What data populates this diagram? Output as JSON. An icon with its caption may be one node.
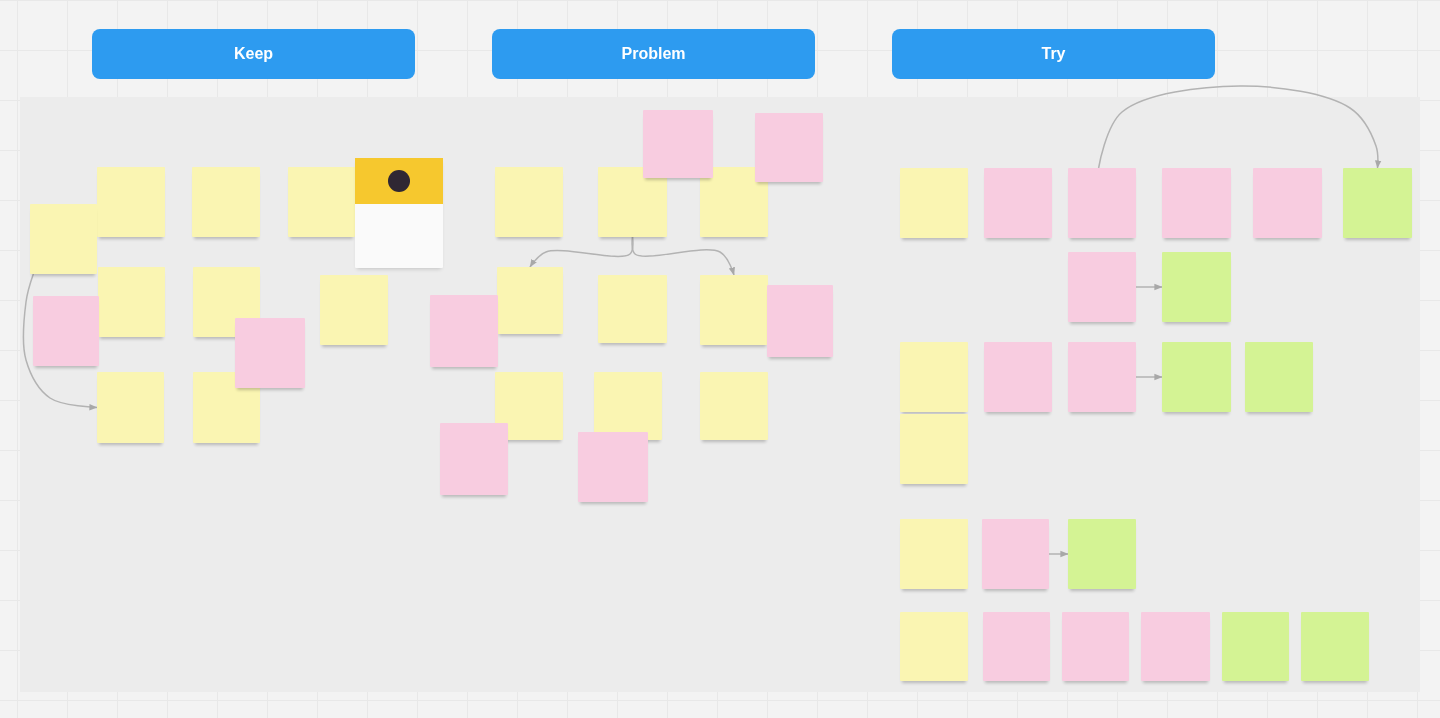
{
  "diagram": {
    "nodes": [
      {
        "text": [
          "Keep"
        ]
      },
      {
        "text": [
          "Problem"
        ]
      },
      {
        "text": [
          "Try"
        ]
      },
      {
        "text": [],
        "shape": "box"
      },
      {
        "text": [],
        "shape": "box"
      },
      {
        "text": [],
        "shape": "box"
      },
      {
        "text": [],
        "shape": "box"
      },
      {
        "text": [],
        "shape": "box"
      },
      {
        "text": [],
        "shape": "box"
      },
      {
        "text": [],
        "shape": "box"
      },
      {
        "text": [],
        "shape": "box"
      },
      {
        "text": [],
        "shape": "box"
      },
      {
        "text": [],
        "shape": "box"
      },
      {
        "text": [],
        "shape": "box"
      },
      {
        "text": [],
        "shape": "box"
      },
      {
        "text": [],
        "shape": "box"
      },
      {
        "text": [],
        "shape": "box"
      },
      {
        "text": [],
        "shape": "box"
      },
      {
        "text": [],
        "shape": "box"
      },
      {
        "text": [],
        "shape": "box"
      },
      {
        "text": [],
        "shape": "box"
      },
      {
        "text": [],
        "shape": "box"
      },
      {
        "text": [],
        "shape": "box"
      },
      {
        "text": [],
        "shape": "box"
      },
      {
        "text": [],
        "shape": "box"
      },
      {
        "text": [],
        "shape": "box"
      },
      {
        "text": [],
        "shape": "box"
      },
      {
        "text": [],
        "shape": "box"
      },
      {
        "text": [],
        "shape": "box"
      },
      {
        "text": [],
        "shape": "box"
      },
      {
        "text": [],
        "shape": "box"
      },
      {
        "text": [],
        "shape": "box"
      },
      {
        "text": [],
        "shape": "box"
      },
      {
        "text": [],
        "shape": "box"
      },
      {
        "text": [],
        "shape": "box"
      },
      {
        "text": [],
        "shape": "box"
      },
      {
        "text": [],
        "shape": "box"
      },
      {
        "text": [],
        "shape": "box"
      },
      {
        "text": [],
        "shape": "box"
      },
      {
        "text": [],
        "shape": "box"
      },
      {
        "text": [],
        "shape": "box"
      },
      {
        "text": [],
        "shape": "box"
      },
      {
        "text": [],
        "shape": "box"
      },
      {
        "text": [],
        "shape": "box"
      },
      {
        "text": [],
        "shape": "box"
      },
      {
        "text": [],
        "shape": "box"
      },
      {
        "text": [],
        "shape": "box"
      },
      {
        "text": [],
        "shape": "box"
      },
      {
        "text": [],
        "shape": "box"
      },
      {
        "text": [],
        "shape": "box"
      },
      {
        "text": [],
        "shape": "box"
      },
      {
        "text": [],
        "shape": "box"
      },
      {
        "text": [],
        "shape": "box"
      }
    ],
    "edges": [
      {
        "from": 7,
        "to": 13,
        "arrow": "to"
      },
      {
        "from": 18,
        "to": 21,
        "arrow": "to"
      },
      {
        "from": 18,
        "to": 23,
        "arrow": "to"
      },
      {
        "from": 32,
        "to": 35,
        "arrow": "to"
      },
      {
        "from": 36,
        "to": 37,
        "arrow": "to"
      },
      {
        "from": 40,
        "to": 41,
        "arrow": "to"
      },
      {
        "from": 45,
        "to": 46,
        "arrow": "to"
      }
    ]
  }
}
